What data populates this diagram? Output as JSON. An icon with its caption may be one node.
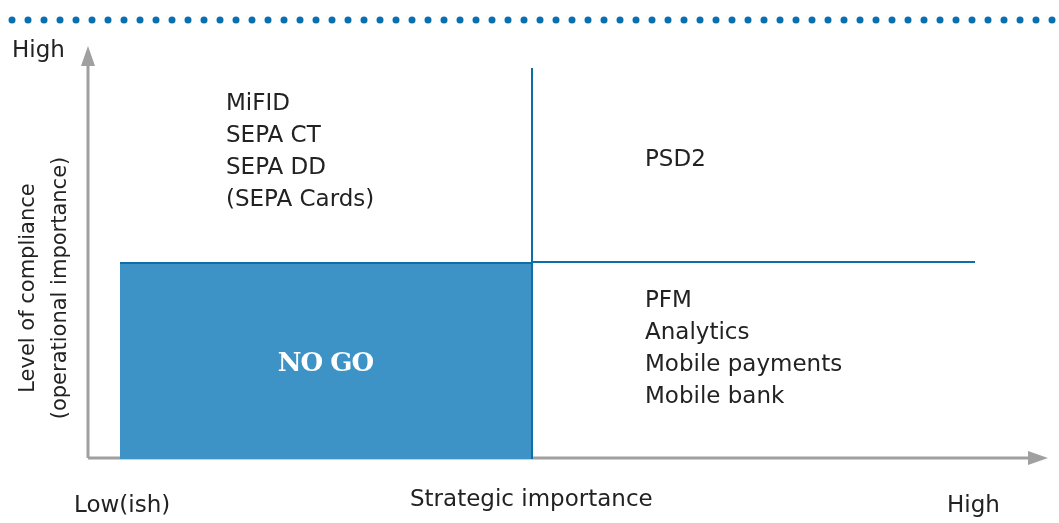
{
  "diagram": {
    "nodes": [
      {
        "text": [
          "NO GO"
        ]
      }
    ],
    "labels": [
      "High",
      "MiFID",
      "SEPA CT",
      "SEPA DD",
      "(SEPA Cards)",
      "PSD2",
      "Level of compliance (operational importance)",
      "PFM",
      "Analytics",
      "Mobile payments",
      "Mobile bank",
      "Low(ish)",
      "Strategic importance",
      "High"
    ]
  }
}
